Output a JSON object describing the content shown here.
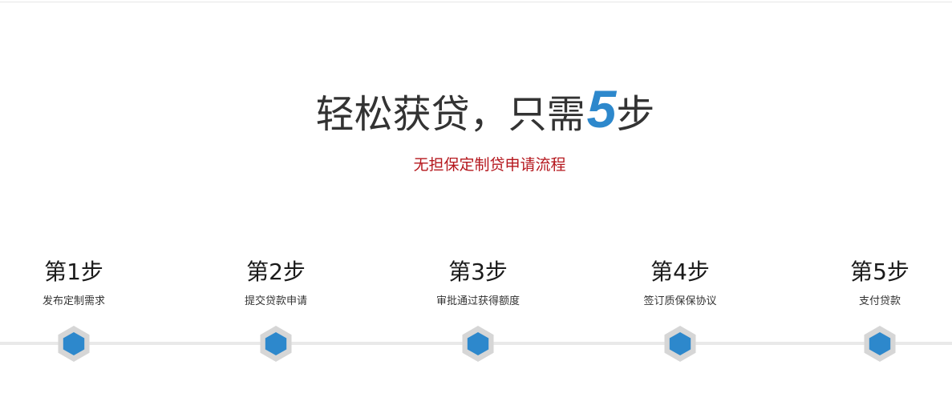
{
  "headline": {
    "prefix": "轻松获贷，只需",
    "number": "5",
    "suffix": "步"
  },
  "subtitle": "无担保定制贷申请流程",
  "colors": {
    "accent_blue": "#2d88cc",
    "subtitle_red": "#b5171d",
    "hex_outer_gray": "#d6d6d6",
    "track_gray": "#e9e9e9"
  },
  "steps": [
    {
      "title": "第1步",
      "desc": "发布定制需求"
    },
    {
      "title": "第2步",
      "desc": "提交贷款申请"
    },
    {
      "title": "第3步",
      "desc": "审批通过获得额度"
    },
    {
      "title": "第4步",
      "desc": "签订质保保协议"
    },
    {
      "title": "第5步",
      "desc": "支付贷款"
    }
  ],
  "step_marker_icon": "hexagon-icon"
}
